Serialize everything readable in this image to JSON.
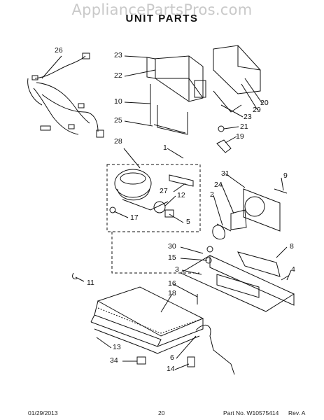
{
  "header": {
    "watermark": "AppliancePartsPros.com",
    "title": "UNIT PARTS"
  },
  "callouts": [
    "26",
    "23",
    "22",
    "10",
    "25",
    "28",
    "1",
    "31",
    "9",
    "24",
    "27",
    "12",
    "2",
    "17",
    "5",
    "30",
    "15",
    "8",
    "3",
    "4",
    "11",
    "16",
    "18",
    "13",
    "6",
    "34",
    "14",
    "20",
    "29",
    "21",
    "19"
  ],
  "footer": {
    "date": "01/29/2013",
    "page": "20",
    "part_no": "Part No. W10575414",
    "rev": "Rev. A"
  }
}
